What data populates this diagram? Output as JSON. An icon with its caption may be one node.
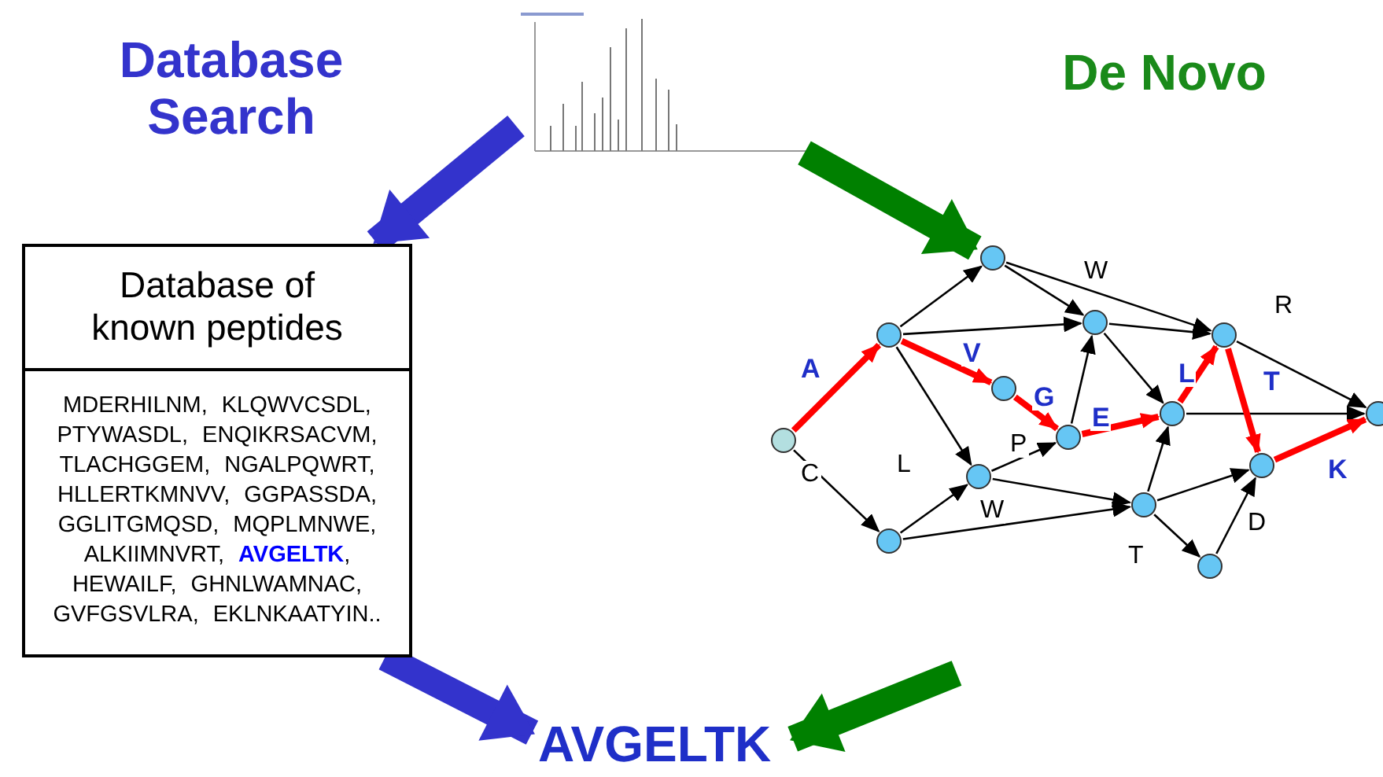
{
  "diagram": {
    "nodes": [
      {
        "text": [],
        "shape": "picture"
      },
      {
        "text": [
          "Database of known peptides",
          "MDERHILNM, KLQWVCSDL, PTYWASDL, ENQIKRSACVM, TLACHGGEM, NGALPQWRT, HLLERTKMNVV, GGPASSDA, GGLITGMQSD, MQPLMNWE, ALKIIMNVRT, **AVGELTK**, HEWAILF, GHNLWAMNAC, GVFGSVLRA, EKLNKAATYIN.."
        ]
      },
      {
        "text": [
          "AVGELTK"
        ]
      },
      {
        "text": [],
        "shape": "circle"
      },
      {
        "text": [],
        "shape": "circle"
      },
      {
        "text": [],
        "shape": "circle"
      },
      {
        "text": [],
        "shape": "circle"
      },
      {
        "text": [],
        "shape": "circle"
      },
      {
        "text": [],
        "shape": "circle"
      },
      {
        "text": [],
        "shape": "circle"
      },
      {
        "text": [],
        "shape": "circle"
      },
      {
        "text": [],
        "shape": "circle"
      },
      {
        "text": [],
        "shape": "circle"
      },
      {
        "text": [],
        "shape": "circle"
      },
      {
        "text": [],
        "shape": "circle"
      },
      {
        "text": [],
        "shape": "circle"
      },
      {
        "text": [],
        "shape": "circle"
      }
    ],
    "edges": [
      {
        "from": 0,
        "to": 1,
        "arrow": "to",
        "style": "thick",
        "color": "#3333cc"
      },
      {
        "from": 0,
        "to": 7,
        "arrow": "to",
        "style": "thick",
        "color": "#008000"
      },
      {
        "from": 1,
        "to": 2,
        "arrow": "to",
        "style": "thick",
        "color": "#3333cc"
      },
      {
        "from": null,
        "to": 2,
        "arrow": "to",
        "style": "thick",
        "color": "#008000"
      },
      {
        "from": 3,
        "to": 4,
        "arrow": "to",
        "label": "A",
        "style": "thick",
        "color": "#ff0000"
      },
      {
        "from": 3,
        "to": 5,
        "arrow": "to",
        "label": "C"
      },
      {
        "from": 4,
        "to": 7,
        "arrow": "to"
      },
      {
        "from": 4,
        "to": 10,
        "arrow": "to"
      },
      {
        "from": 4,
        "to": 8,
        "arrow": "to",
        "label": "V",
        "style": "thick",
        "color": "#ff0000"
      },
      {
        "from": 4,
        "to": 6,
        "arrow": "to",
        "label": "L"
      },
      {
        "from": 7,
        "to": 10,
        "arrow": "to"
      },
      {
        "from": 7,
        "to": 14,
        "arrow": "to",
        "label": "W"
      },
      {
        "from": 10,
        "to": 14,
        "arrow": "to"
      },
      {
        "from": 10,
        "to": 12,
        "arrow": "to"
      },
      {
        "from": 8,
        "to": 9,
        "arrow": "to",
        "label": "G",
        "style": "thick",
        "color": "#ff0000"
      },
      {
        "from": 9,
        "to": 10,
        "arrow": "to"
      },
      {
        "from": 9,
        "to": 12,
        "arrow": "to",
        "label": "E",
        "style": "thick",
        "color": "#ff0000"
      },
      {
        "from": 6,
        "to": 9,
        "arrow": "to",
        "label": "P"
      },
      {
        "from": 5,
        "to": 6,
        "arrow": "to"
      },
      {
        "from": 5,
        "to": 11,
        "arrow": "to",
        "label": "W"
      },
      {
        "from": 6,
        "to": 11,
        "arrow": "to"
      },
      {
        "from": 12,
        "to": 14,
        "arrow": "to",
        "label": "L",
        "style": "thick",
        "color": "#ff0000"
      },
      {
        "from": 12,
        "to": 16,
        "arrow": "to"
      },
      {
        "from": 14,
        "to": 16,
        "arrow": "to",
        "label": "R"
      },
      {
        "from": 14,
        "to": 15,
        "arrow": "to",
        "label": "T",
        "style": "thick",
        "color": "#ff0000"
      },
      {
        "from": 11,
        "to": 12,
        "arrow": "to"
      },
      {
        "from": 11,
        "to": 15,
        "arrow": "to"
      },
      {
        "from": 11,
        "to": 13,
        "arrow": "to",
        "label": "T"
      },
      {
        "from": 13,
        "to": 15,
        "arrow": "to",
        "label": "D"
      },
      {
        "from": 15,
        "to": 16,
        "arrow": "to",
        "label": "K",
        "style": "thick",
        "color": "#ff0000"
      }
    ],
    "labels": [
      "Database Search",
      "De Novo"
    ]
  }
}
